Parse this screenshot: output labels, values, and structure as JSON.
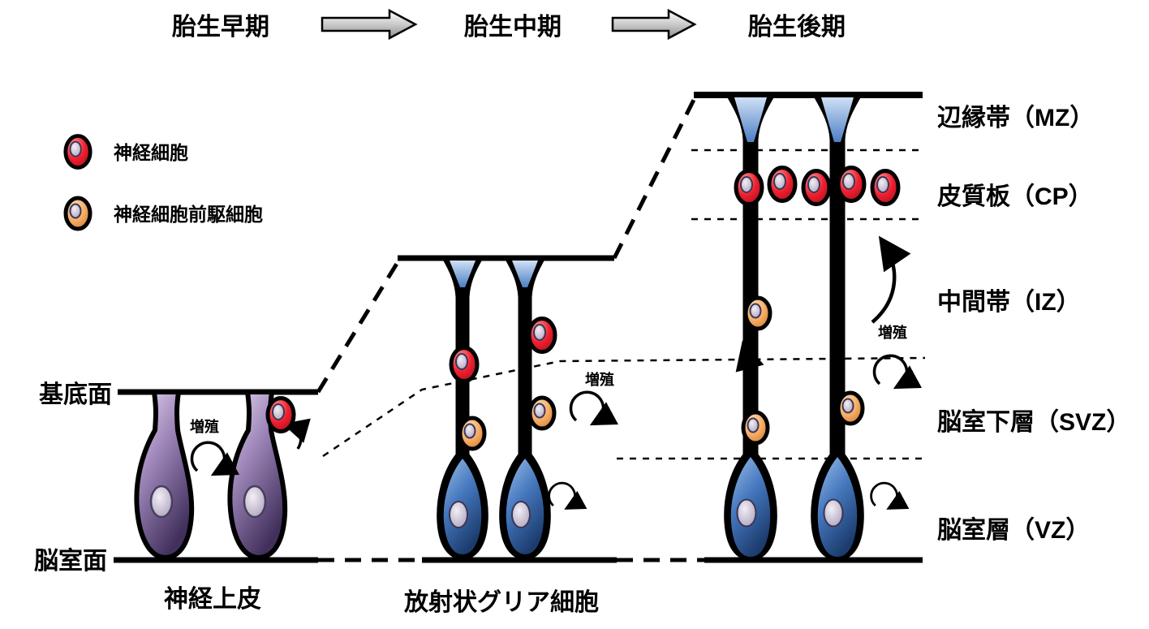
{
  "header": {
    "stages": [
      {
        "id": "early",
        "label": "胎生早期"
      },
      {
        "id": "mid",
        "label": "胎生中期"
      },
      {
        "id": "late",
        "label": "胎生後期"
      }
    ]
  },
  "legend": {
    "items": [
      {
        "label": "神経細胞",
        "color": "#e01020"
      },
      {
        "label": "神経細胞前駆細胞",
        "color": "#f0a45e"
      }
    ]
  },
  "surface_labels": {
    "basal": "基底面",
    "ventricular": "脳室面"
  },
  "zone_labels": [
    {
      "abbr": "MZ",
      "label": "辺縁帯（MZ）"
    },
    {
      "abbr": "CP",
      "label": "皮質板（CP）"
    },
    {
      "abbr": "IZ",
      "label": "中間帯（IZ）"
    },
    {
      "abbr": "SVZ",
      "label": "脳室下層（SVZ）"
    },
    {
      "abbr": "VZ",
      "label": "脳室層（VZ）"
    }
  ],
  "cell_type_labels": [
    {
      "label": "神経上皮"
    },
    {
      "label": "放射状グリア細胞"
    }
  ],
  "annotations": {
    "proliferation": "増殖"
  },
  "colors": {
    "neuron": "#e01020",
    "progenitor": "#f0a45e",
    "neuroepithelial": "#7a5f94",
    "radial_glia": "#2e5fa3",
    "outline": "#000000",
    "background": "#ffffff"
  }
}
